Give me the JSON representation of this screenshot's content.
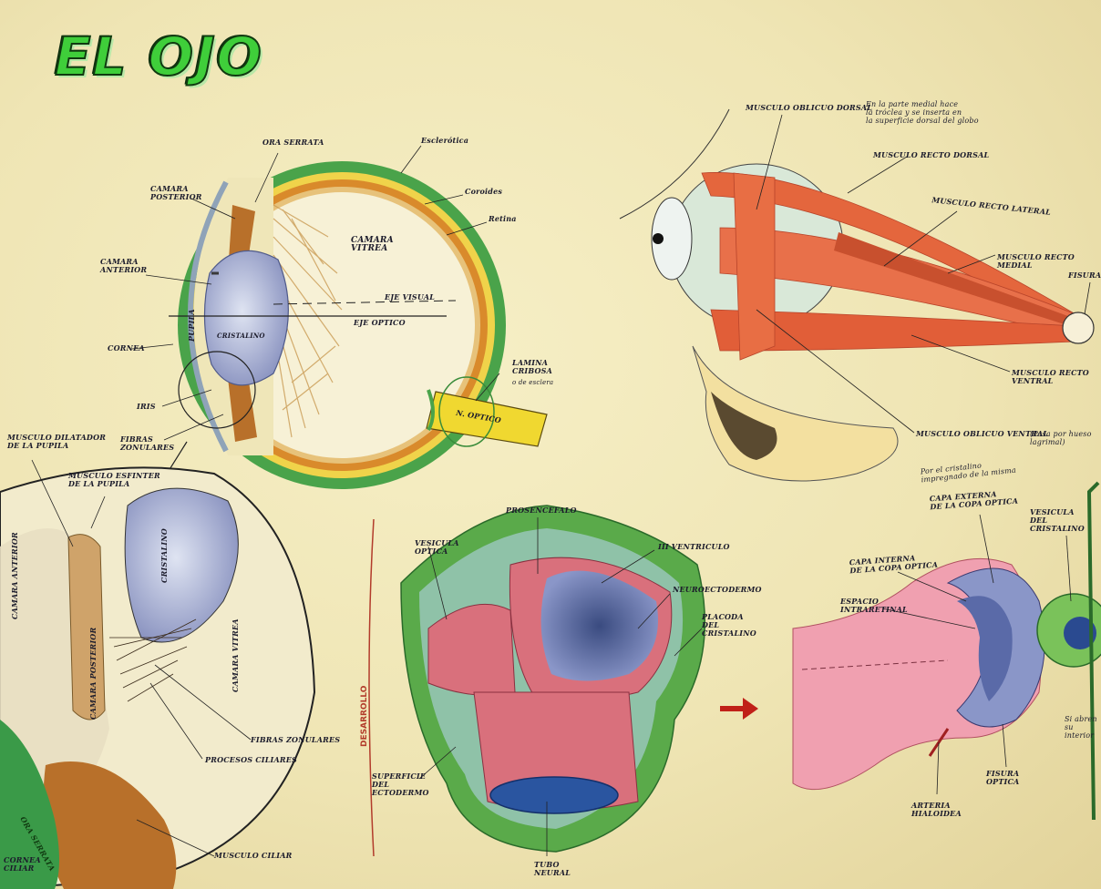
{
  "title": "EL OJO",
  "development_label": "DESARROLLO",
  "labels": {
    "anterior_chamber": "CAMARA\nANTERIOR",
    "posterior_chamber": "CAMARA\nPOSTERIOR",
    "ora_serrata": "ORA SERRATA",
    "sclera": "Esclerótica",
    "choroid": "Coroides",
    "retina": "Retina",
    "vitreous_chamber": "CAMARA\nVITREA",
    "visual_axis": "EJE VISUAL",
    "optic_axis": "EJE OPTICO",
    "pupil": "PUPILA",
    "lens": "CRISTALINO",
    "cornea": "CORNEA",
    "iris": "IRIS",
    "zonular_fibers": "FIBRAS\nZONULARES",
    "cribrosa": "LAMINA\nCRIBOSA",
    "cribrosa_note": "o de esclera",
    "optic_nerve": "N. OPTICO",
    "dilator": "MUSCULO DILATADOR\nDE LA PUPILA",
    "sphincter": "MUSCULO ESFINTER\nDE LA PUPILA",
    "detail_anterior_chamber": "CAMARA ANTERIOR",
    "detail_posterior_chamber": "CAMARA POSTERIOR",
    "detail_lens": "CRISTALINO",
    "detail_vitreous": "CAMARA VITREA",
    "ciliary_fibers": "FIBRAS ZONULARES",
    "ciliary_processes": "PROCESOS CILIARES",
    "ciliary_muscle": "MUSCULO CILIAR",
    "ora_detail": "ORA SERRATA",
    "corona_label": "CORNEA\nCILIAR",
    "superior_oblique": "MUSCULO OBLICUO DORSAL",
    "superior_oblique_note": "En la parte medial hace\nla tróclea y se inserta en\nla superficie dorsal del globo",
    "superior_rectus": "MUSCULO RECTO DORSAL",
    "lateral_rectus": "MUSCULO RECTO LATERAL",
    "medial_rectus": "MUSCULO RECTO MEDIAL",
    "fissure": "FISURA",
    "inferior_rectus": "MUSCULO RECTO VENTRAL",
    "inferior_oblique": "MUSCULO OBLICUO VENTRAL",
    "inferior_oblique_note": "(Pasa por hueso lagrimal)",
    "prosencephalon": "PROSENCEFALO",
    "third_ventricle": "III VENTRICULO",
    "optic_vesicle": "VESICULA\nOPTICA",
    "neuroectoderm": "NEUROECTODERMO",
    "lens_placode": "PLACODA\nDEL\nCRISTALINO",
    "ectoderm_surface": "SUPERFICIE\nDEL\nECTODERMO",
    "neural_tube": "TUBO\nNEURAL",
    "cup_note": "Por el cristalino\nimpregnado de la misma",
    "outer_layer": "CAPA EXTERNA\nDE LA COPA OPTICA",
    "inner_layer": "CAPA INTERNA\nDE LA COPA OPTICA",
    "intraretinal_space": "ESPACIO\nINTRARETINAL",
    "lens_vesicle": "VESICULA\nDEL\nCRISTALINO",
    "hyaloid_artery": "ARTERIA\nHIALOIDEA",
    "optic_fissure": "FISURA\nOPTICA",
    "right_edge_note": "Si abren\nsu interior"
  },
  "colors": {
    "paper": "#efe6b8",
    "title_green": "#3fce3a",
    "sclera_green": "#4aa34a",
    "choroid_orange": "#d98a2b",
    "muscle_red": "#e4663d",
    "lens_blue": "#b4bcd8",
    "optic_yellow": "#f0d830",
    "embryo_pink": "#d9707c"
  }
}
